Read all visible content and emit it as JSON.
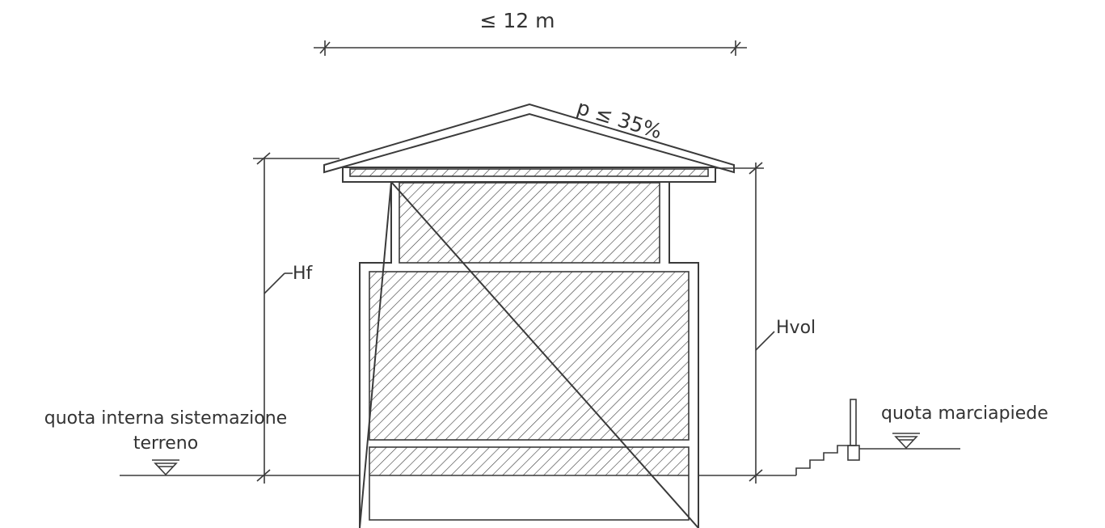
{
  "labels": {
    "width_limit": "≤ 12 m",
    "slope_limit": "p ≤ 35%",
    "hf": "Hf",
    "hvol": "Hvol",
    "ground_level_line1": "quota interna sistemazione",
    "ground_level_line2": "terreno",
    "sidewalk_level": "quota marciapiede"
  },
  "colors": {
    "line": "#3a3a3a",
    "background": "#ffffff"
  }
}
